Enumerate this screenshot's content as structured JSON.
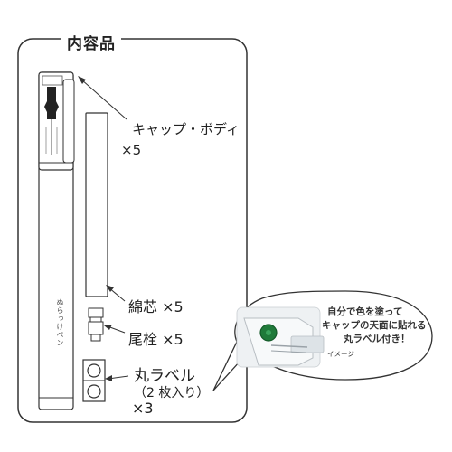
{
  "title": "内容品",
  "labels": {
    "cap_body_line1": "キャップ・ボディ",
    "cap_body_line2": "×5",
    "cotton_wick": "綿芯 ×5",
    "tail_plug": "尾栓 ×5",
    "round_label_line1": "丸ラベル",
    "round_label_line2": "（2 枚入り）",
    "round_label_line3": "×3"
  },
  "callout": {
    "line1": "自分で色を塗って",
    "line2": "キャップの天面に貼れる",
    "line3": "丸ラベル付き！",
    "note": "イメージ"
  },
  "pen_brand_text": "ぬらっけペン",
  "colors": {
    "outline": "#333333",
    "photo_cap_green": "#1f7a3a",
    "bubble_fill": "#ffffff"
  }
}
